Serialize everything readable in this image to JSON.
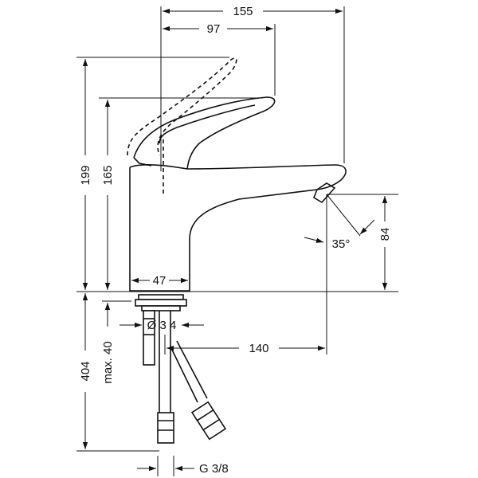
{
  "dimensions": {
    "total_width": "155",
    "lever_reach": "97",
    "height_lever_open": "199",
    "height_lever_closed": "165",
    "base_diameter": "47",
    "spout_height": "84",
    "spout_angle": "35°",
    "hole_diameter": "Ø 3 4",
    "spout_reach": "140",
    "hose_length": "404",
    "max_thickness": "max. 40",
    "connection_thread": "G 3/8"
  }
}
